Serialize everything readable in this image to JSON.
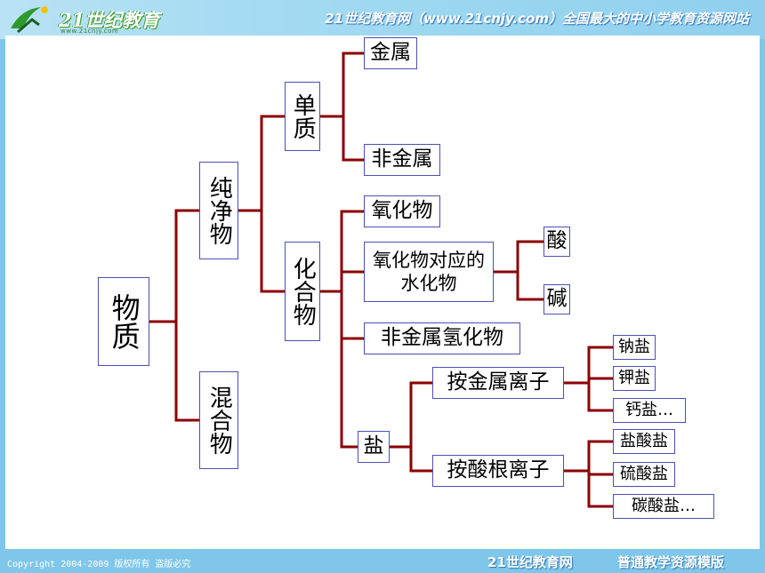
{
  "header": {
    "logo_text": "21世纪教育",
    "logo_sub": "www.21cnjy.com",
    "slogan": "21世纪教育网（www.21cnjy.com）全国最大的中小学教育资源网站"
  },
  "diagram": {
    "root": "物质",
    "pure": "纯净物",
    "mixture": "混合物",
    "element": "单质",
    "compound": "化合物",
    "metal": "金属",
    "nonmetal": "非金属",
    "oxide": "氧化物",
    "oxide_hydrate": "氧化物对应的水化物",
    "acid": "酸",
    "base": "碱",
    "nonmetal_hydride": "非金属氢化物",
    "salt": "盐",
    "by_metal_ion": "按金属离子",
    "by_acid_radical": "按酸根离子",
    "sodium_salt": "钠盐",
    "potassium_salt": "钾盐",
    "calcium_salt": "钙盐…",
    "chloride": "盐酸盐",
    "sulfate": "硫酸盐",
    "carbonate": "碳酸盐…"
  },
  "colors": {
    "connector": "#8b0000",
    "node_border": "#4c4fb5",
    "background": "#7ec7ea"
  },
  "footer": {
    "copyright": "Copyright 2004-2009 版权所有 盗版必究",
    "site": "21世纪教育网",
    "template": "普通教学资源模版"
  }
}
